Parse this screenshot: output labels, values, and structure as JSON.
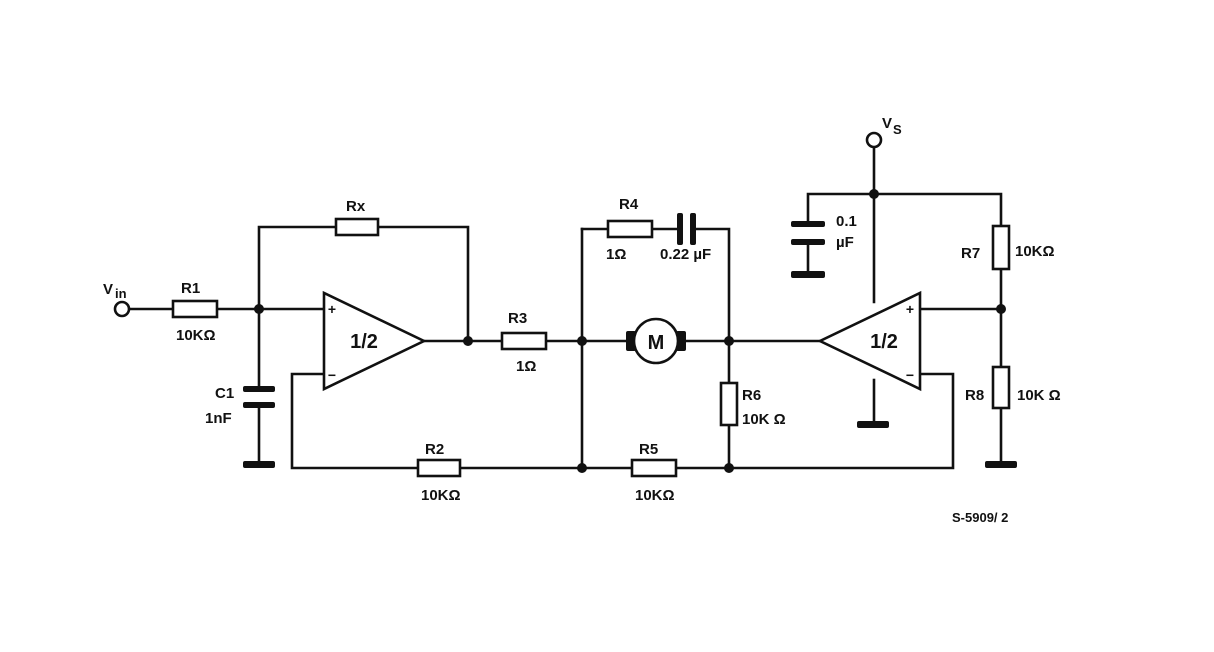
{
  "supply": {
    "symbol": "V",
    "subscript": "S"
  },
  "input": {
    "symbol": "V",
    "subscript": "in"
  },
  "amplifiers": {
    "left": {
      "label": "1/2",
      "plus": "+",
      "minus": "−"
    },
    "right": {
      "label": "1/2",
      "plus": "+",
      "minus": "−"
    }
  },
  "motor": {
    "label": "M"
  },
  "components": {
    "r1": {
      "name": "R1",
      "value": "10KΩ"
    },
    "rx": {
      "name": "Rx"
    },
    "c1": {
      "name": "C1",
      "value": "1nF"
    },
    "r2": {
      "name": "R2",
      "value": "10KΩ"
    },
    "r3": {
      "name": "R3",
      "value": "1Ω"
    },
    "r4": {
      "name": "R4",
      "value": "1Ω"
    },
    "c_r4": {
      "value": "0.22 µF"
    },
    "r5": {
      "name": "R5",
      "value": "10KΩ"
    },
    "r6": {
      "name": "R6",
      "value": "10K Ω"
    },
    "c_vs": {
      "value_1": "0.1",
      "value_2": "µF"
    },
    "r7": {
      "name": "R7",
      "value": "10KΩ"
    },
    "r8": {
      "name": "R8",
      "value": "10K Ω"
    }
  },
  "reference": "S-5909/ 2"
}
